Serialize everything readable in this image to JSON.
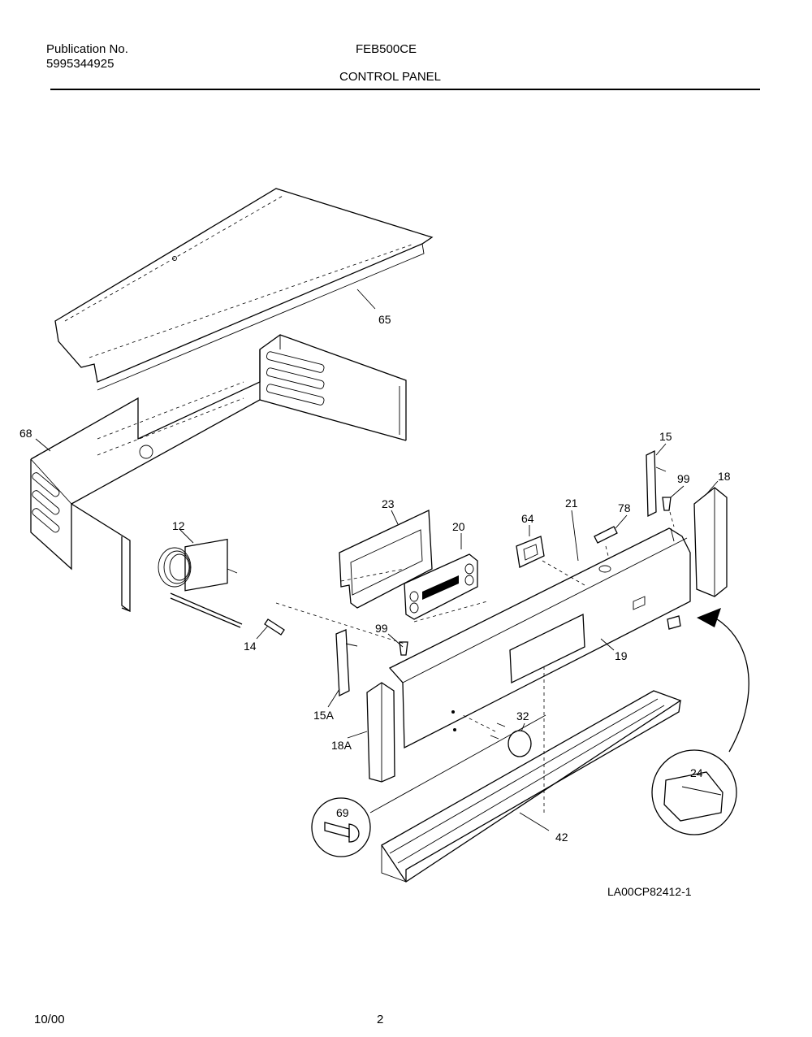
{
  "header": {
    "publication_label": "Publication No.",
    "publication_number": "5995344925",
    "model": "FEB500CE",
    "section": "CONTROL PANEL"
  },
  "callouts": {
    "c65": "65",
    "c68": "68",
    "c12": "12",
    "c23": "23",
    "c20": "20",
    "c64": "64",
    "c21": "21",
    "c78": "78",
    "c15": "15",
    "c99a": "99",
    "c18": "18",
    "c99b": "99",
    "c14": "14",
    "c15a": "15A",
    "c19": "19",
    "c18a": "18A",
    "c32": "32",
    "c24": "24",
    "c69": "69",
    "c42": "42"
  },
  "drawing_id": "LA00CP82412-1",
  "footer": {
    "date": "10/00",
    "page": "2"
  }
}
